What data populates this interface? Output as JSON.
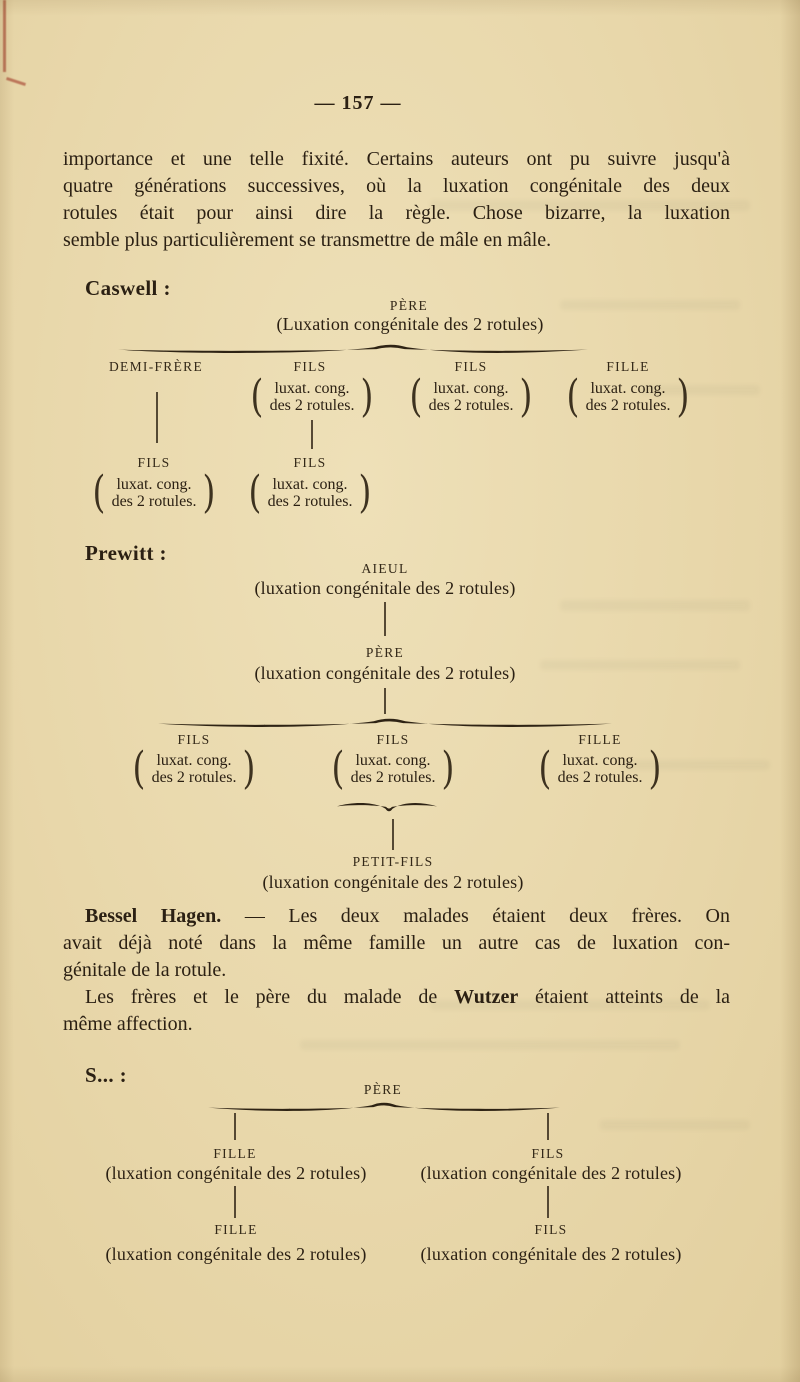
{
  "page_number": "— 157 —",
  "colors": {
    "paper": "#e8d7aa",
    "ink": "#2b2013",
    "edge_mark_red": "#9b2b1c"
  },
  "glyphs": {
    "open_paren": "(",
    "close_paren": ")"
  },
  "intro": {
    "lines": [
      "importance et une telle fixité. Certains auteurs ont pu suivre jusqu'à",
      "quatre générations successives, où la luxation congénitale des deux",
      "rotules était pour ainsi dire la règle. Chose bizarre, la luxation",
      "semble plus particulièrement se transmettre de mâle en mâle."
    ]
  },
  "caswell": {
    "heading": "Caswell :",
    "root_label": "PÈRE",
    "root_note": "(Luxation congénitale des 2 rotules)",
    "gen1": [
      {
        "label": "DEMI-FRÈRE"
      },
      {
        "label": "FILS",
        "note1": "luxat. cong.",
        "note2": "des 2 rotules."
      },
      {
        "label": "FILS",
        "note1": "luxat. cong.",
        "note2": "des 2 rotules."
      },
      {
        "label": "FILLE",
        "note1": "luxat. cong.",
        "note2": "des 2 rotules."
      }
    ],
    "gen2": [
      {
        "label": "FILS",
        "note1": "luxat. cong.",
        "note2": "des 2 rotules."
      },
      {
        "label": "FILS",
        "note1": "luxat. cong.",
        "note2": "des 2 rotules."
      }
    ]
  },
  "prewitt": {
    "heading": "Prewitt :",
    "aieul_label": "AIEUL",
    "aieul_note": "(luxation congénitale des 2 rotules)",
    "pere_label": "PÈRE",
    "pere_note": "(luxation congénitale des 2 rotules)",
    "gen1": [
      {
        "label": "FILS",
        "note1": "luxat. cong.",
        "note2": "des 2 rotules."
      },
      {
        "label": "FILS",
        "note1": "luxat. cong.",
        "note2": "des 2 rotules."
      },
      {
        "label": "FILLE",
        "note1": "luxat. cong.",
        "note2": "des 2 rotules."
      }
    ],
    "petitfils_label": "PETIT-FILS",
    "petitfils_note": "(luxation congénitale des 2 rotules)"
  },
  "bessel": {
    "l1_bold": "Bessel Hagen.",
    "l1_rest": " — Les deux malades étaient deux frères. On",
    "l2": "avait déjà noté dans la même famille un autre cas de luxation con-",
    "l3": "génitale de la rotule.",
    "l4_pre": "Les frères et le père du malade de ",
    "l4_bold": "Wutzer",
    "l4_rest": " étaient atteints de la",
    "l5": "même affection."
  },
  "s_family": {
    "heading": "S... :",
    "root_label": "PÈRE",
    "gen1": [
      {
        "label": "FILLE",
        "note": "(luxation congénitale des 2 rotules)"
      },
      {
        "label": "FILS",
        "note": "(luxation congénitale des 2 rotules)"
      }
    ],
    "gen2": [
      {
        "label": "FILLE",
        "note": "(luxation congénitale des 2 rotules)"
      },
      {
        "label": "FILS",
        "note": "(luxation congénitale des 2 rotules)"
      }
    ]
  }
}
